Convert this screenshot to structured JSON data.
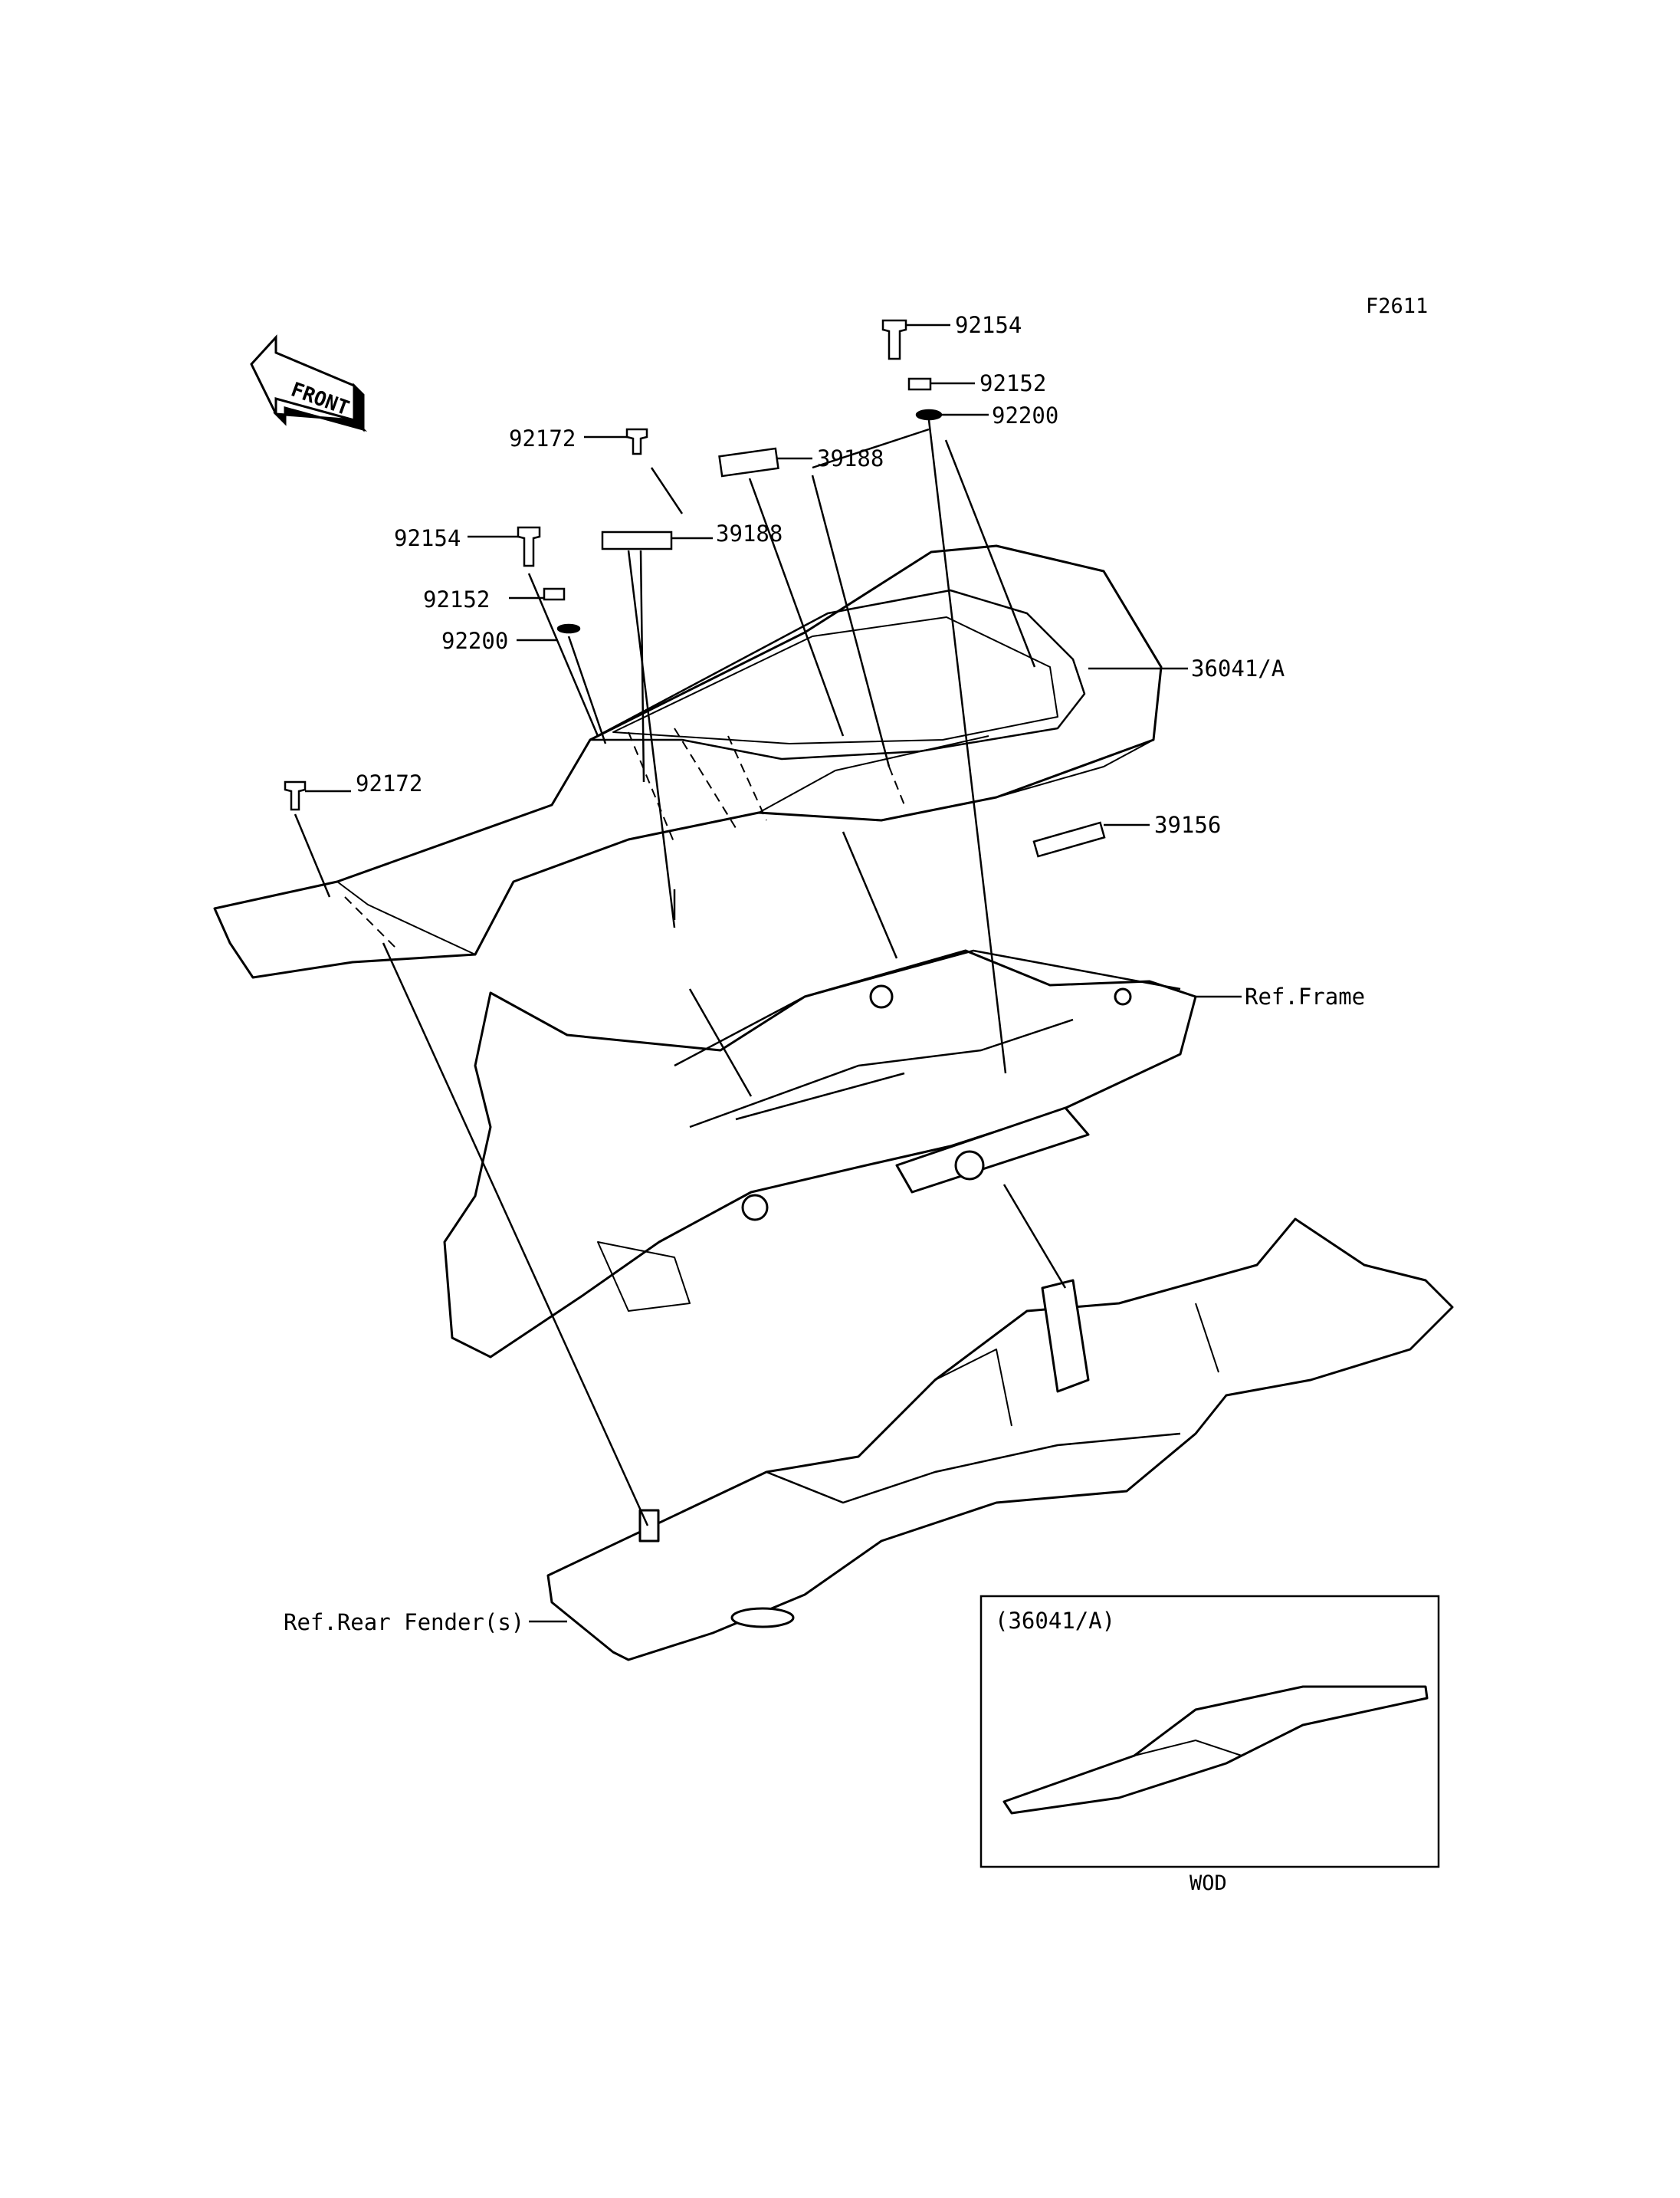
{
  "figure_code": "F2611",
  "front_arrow_label": "FRONT",
  "parts": {
    "p92154_top": "92154",
    "p92152_top": "92152",
    "p92200_top": "92200",
    "p92172_top": "92172",
    "p39188_right": "39188",
    "p39188_left": "39188",
    "p92154_left": "92154",
    "p92152_left": "92152",
    "p92200_left": "92200",
    "p36041A": "36041/A",
    "p92172_left": "92172",
    "p39156": "39156"
  },
  "references": {
    "frame": "Ref.Frame",
    "rear_fender": "Ref.Rear Fender(s)"
  },
  "inset": {
    "title": "(36041/A)",
    "caption": "WOD"
  }
}
